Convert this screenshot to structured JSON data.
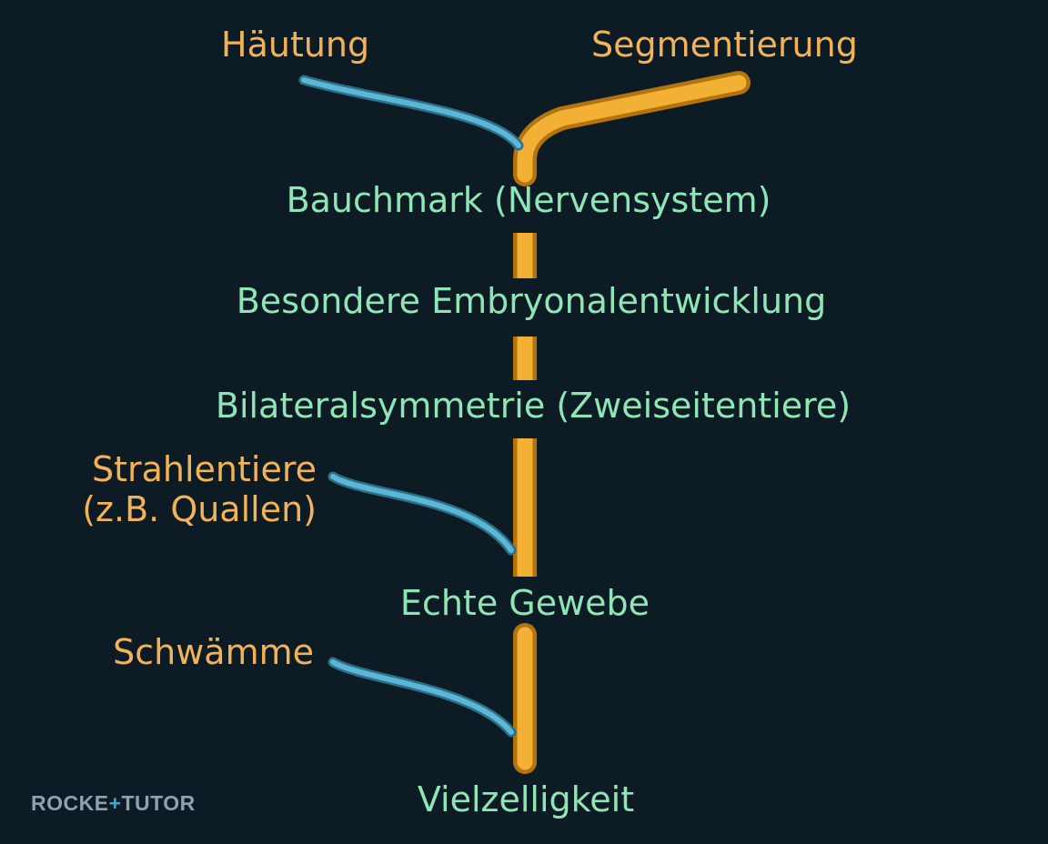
{
  "diagram": {
    "trunk_color": "#f2b134",
    "branch_color": "#5bb7d6",
    "trait_color": "#8fe5b5",
    "group_color": "#f2b257",
    "traits": [
      "Vielzelligkeit",
      "Echte Gewebe",
      "Bilateralsymmetrie (Zweiseitentiere)",
      "Besondere Embryonalentwicklung",
      "Bauchmark (Nervensystem)"
    ],
    "side_groups": [
      {
        "label": "Schwämme"
      },
      {
        "label_line1": "Strahlentiere",
        "label_line2": "(z.B. Quallen)"
      }
    ],
    "top_groups": {
      "left": "Häutung",
      "right": "Segmentierung"
    }
  },
  "logo": {
    "part1": "ROCKE",
    "cross": "+",
    "part2": "TUTOR"
  }
}
